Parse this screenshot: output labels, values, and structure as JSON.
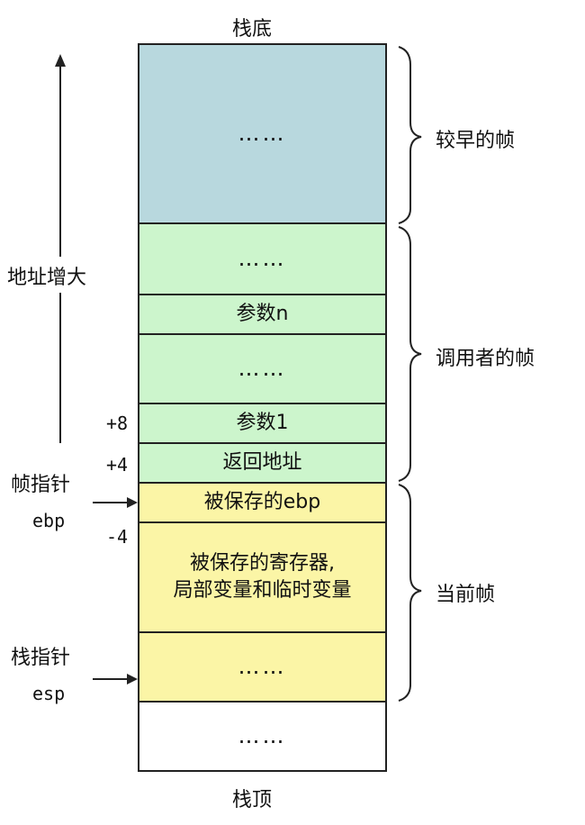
{
  "stack_bottom": "栈底",
  "stack_top": "栈顶",
  "address_grow": "地址增大",
  "cells": {
    "earlier_dots": "……",
    "caller_dots_top": "……",
    "param_n": "参数n",
    "caller_dots_mid": "……",
    "param_1": "参数1",
    "return_addr": "返回地址",
    "saved_ebp": "被保存的ebp",
    "saved_regs_line1": "被保存的寄存器,",
    "saved_regs_line2": "局部变量和临时变量",
    "current_dots": "……",
    "free_dots": "……"
  },
  "offsets": {
    "plus8": "+8",
    "plus4": "+4",
    "minus4": "-4"
  },
  "pointers": {
    "frame_pointer": "帧指针",
    "ebp": "ebp",
    "stack_pointer": "栈指针",
    "esp": "esp"
  },
  "frames": {
    "earlier": "较早的帧",
    "caller": "调用者的帧",
    "current": "当前帧"
  },
  "colors": {
    "earlier_frame": "#b8d8de",
    "caller_frame": "#ccf5cc",
    "current_frame": "#fbf5a6"
  }
}
